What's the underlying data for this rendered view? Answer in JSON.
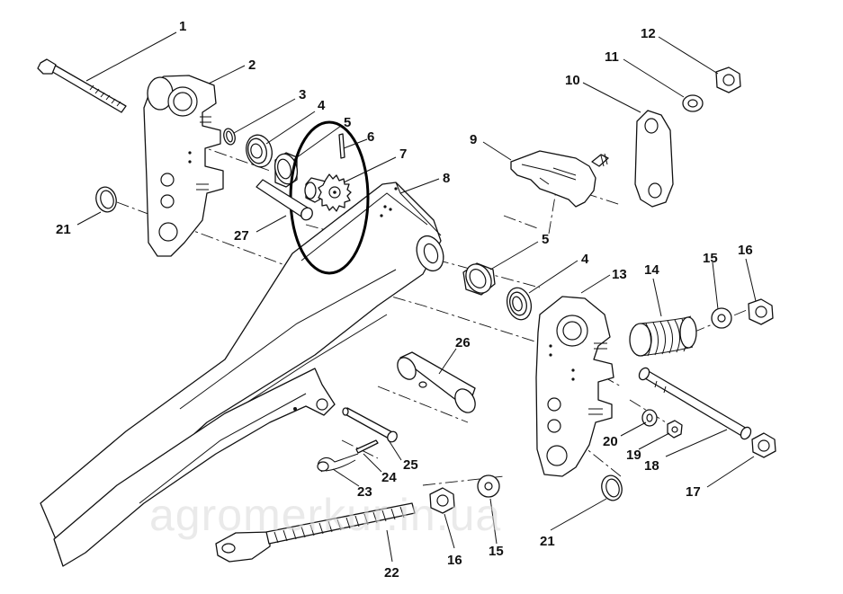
{
  "diagram": {
    "callouts": [
      {
        "id": "c1",
        "label": "1"
      },
      {
        "id": "c2",
        "label": "2"
      },
      {
        "id": "c3",
        "label": "3"
      },
      {
        "id": "c4a",
        "label": "4"
      },
      {
        "id": "c5a",
        "label": "5"
      },
      {
        "id": "c6",
        "label": "6"
      },
      {
        "id": "c7",
        "label": "7"
      },
      {
        "id": "c8",
        "label": "8"
      },
      {
        "id": "c9",
        "label": "9"
      },
      {
        "id": "c10",
        "label": "10"
      },
      {
        "id": "c11",
        "label": "11"
      },
      {
        "id": "c12",
        "label": "12"
      },
      {
        "id": "c21a",
        "label": "21"
      },
      {
        "id": "c27",
        "label": "27"
      },
      {
        "id": "c5b",
        "label": "5"
      },
      {
        "id": "c4b",
        "label": "4"
      },
      {
        "id": "c13",
        "label": "13"
      },
      {
        "id": "c14",
        "label": "14"
      },
      {
        "id": "c15a",
        "label": "15"
      },
      {
        "id": "c16a",
        "label": "16"
      },
      {
        "id": "c26",
        "label": "26"
      },
      {
        "id": "c20",
        "label": "20"
      },
      {
        "id": "c19",
        "label": "19"
      },
      {
        "id": "c18",
        "label": "18"
      },
      {
        "id": "c17",
        "label": "17"
      },
      {
        "id": "c25",
        "label": "25"
      },
      {
        "id": "c24",
        "label": "24"
      },
      {
        "id": "c23",
        "label": "23"
      },
      {
        "id": "c16b",
        "label": "16"
      },
      {
        "id": "c15b",
        "label": "15"
      },
      {
        "id": "c21b",
        "label": "21"
      },
      {
        "id": "c22",
        "label": "22"
      }
    ],
    "watermark": "agromerkur.in.ua"
  }
}
